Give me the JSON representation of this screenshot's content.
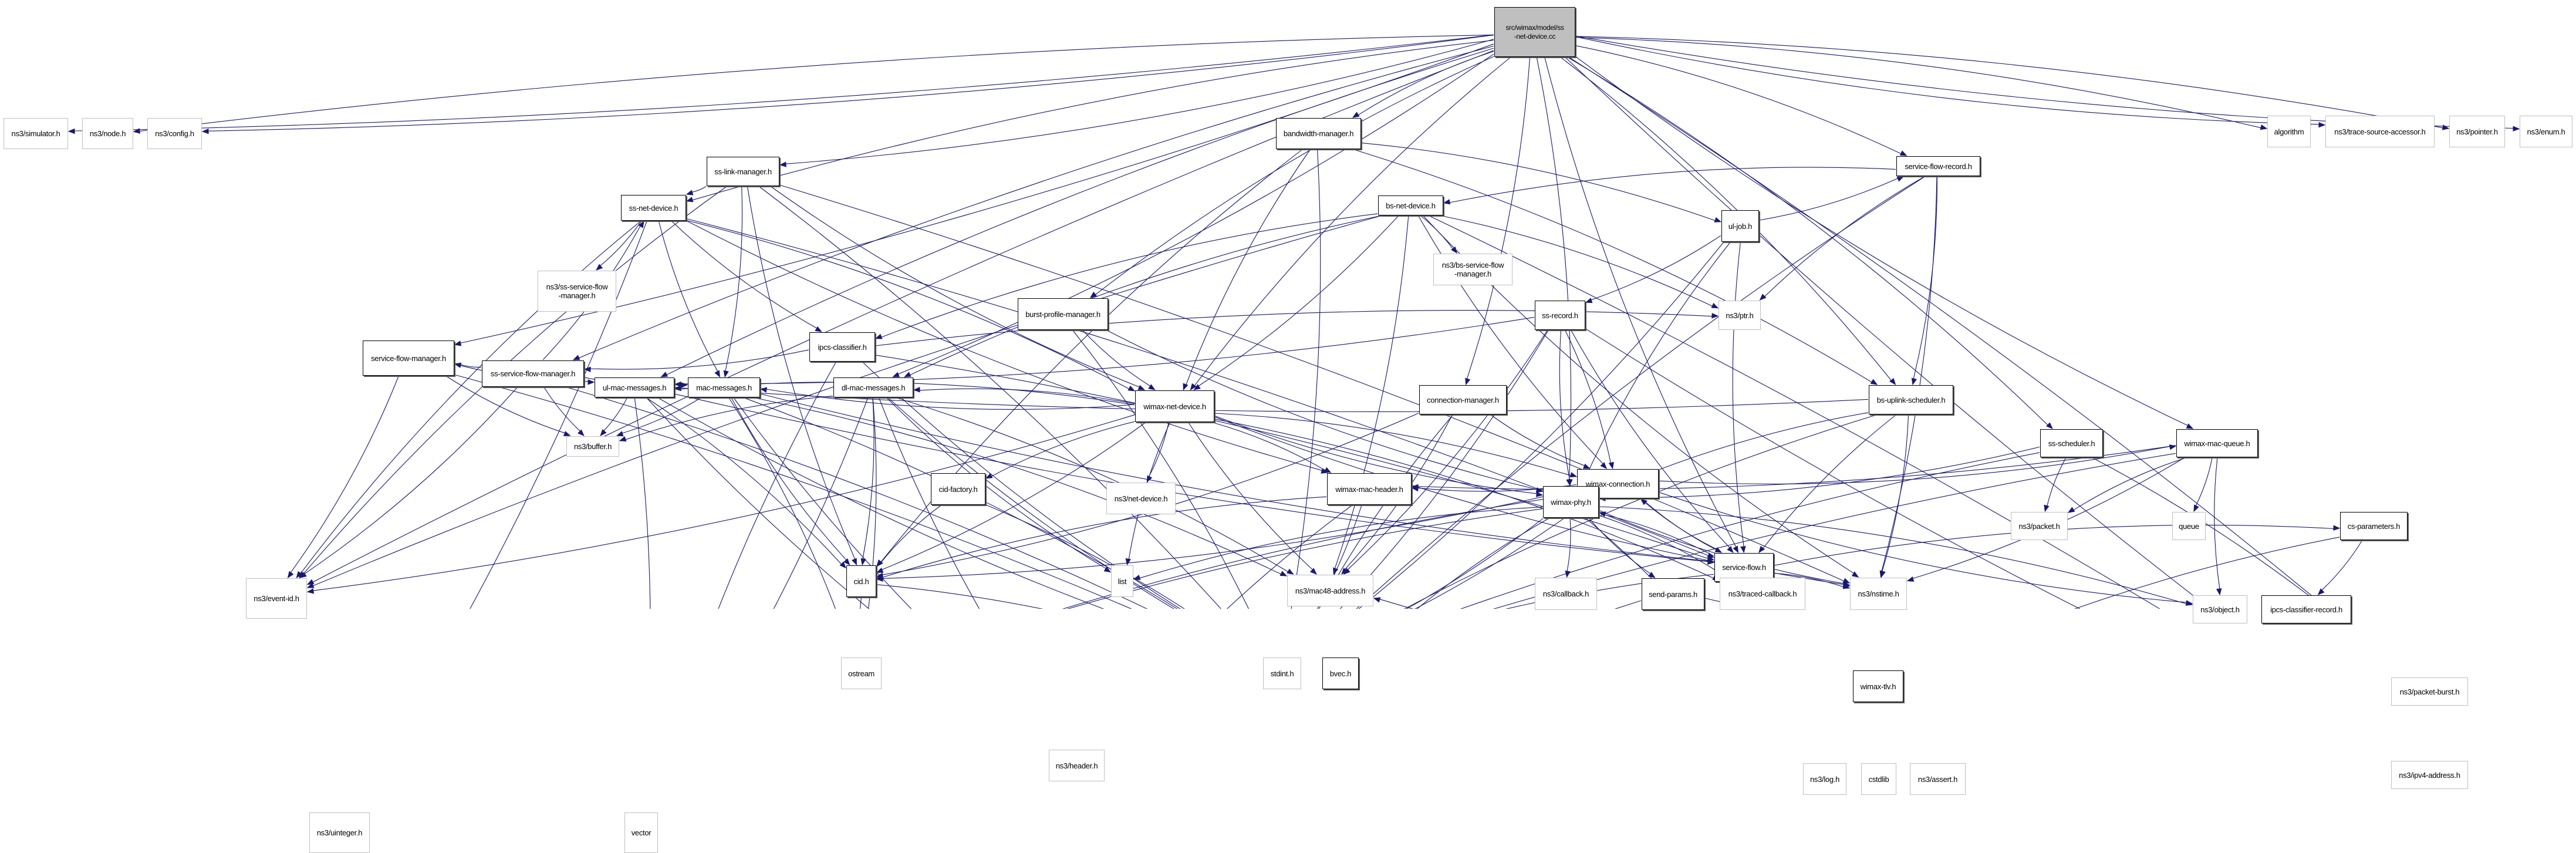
{
  "title": "src/wimax/model/ss-net-device.cc",
  "colors": {
    "edge": "#191970",
    "root_fill": "#bfbfbf",
    "internal_border": "#000000",
    "external_border": "#bfbfbf"
  },
  "nodes": [
    {
      "id": "root",
      "label": "src/wimax/model/ss\n-net-device.cc",
      "kind": "root"
    },
    {
      "id": "simulator",
      "label": "ns3/simulator.h",
      "kind": "external"
    },
    {
      "id": "node",
      "label": "ns3/node.h",
      "kind": "external"
    },
    {
      "id": "config",
      "label": "ns3/config.h",
      "kind": "external"
    },
    {
      "id": "bandwidth-manager",
      "label": "bandwidth-manager.h",
      "kind": "internal"
    },
    {
      "id": "algorithm",
      "label": "algorithm",
      "kind": "external"
    },
    {
      "id": "trace-source-accessor",
      "label": "ns3/trace-source-accessor.h",
      "kind": "external"
    },
    {
      "id": "pointer",
      "label": "ns3/pointer.h",
      "kind": "external"
    },
    {
      "id": "enum",
      "label": "ns3/enum.h",
      "kind": "external"
    },
    {
      "id": "ul-job",
      "label": "ul-job.h",
      "kind": "internal"
    },
    {
      "id": "ss-link-manager",
      "label": "ss-link-manager.h",
      "kind": "internal"
    },
    {
      "id": "service-flow-record",
      "label": "service-flow-record.h",
      "kind": "internal"
    },
    {
      "id": "ss-net-device",
      "label": "ss-net-device.h",
      "kind": "internal"
    },
    {
      "id": "ns3-ss-service-flow-manager",
      "label": "ns3/ss-service-flow\n-manager.h",
      "kind": "external"
    },
    {
      "id": "bs-net-device",
      "label": "bs-net-device.h",
      "kind": "internal"
    },
    {
      "id": "ns3-bs-service-flow-manager",
      "label": "ns3/bs-service-flow\n-manager.h",
      "kind": "external"
    },
    {
      "id": "ipcs-classifier",
      "label": "ipcs-classifier.h",
      "kind": "internal"
    },
    {
      "id": "ptr",
      "label": "ns3/ptr.h",
      "kind": "external"
    },
    {
      "id": "ss-service-flow-manager",
      "label": "ss-service-flow-manager.h",
      "kind": "internal"
    },
    {
      "id": "burst-profile-manager",
      "label": "burst-profile-manager.h",
      "kind": "internal"
    },
    {
      "id": "ss-record",
      "label": "ss-record.h",
      "kind": "internal"
    },
    {
      "id": "service-flow-manager",
      "label": "service-flow-manager.h",
      "kind": "internal"
    },
    {
      "id": "connection-manager",
      "label": "connection-manager.h",
      "kind": "internal"
    },
    {
      "id": "wimax-net-device",
      "label": "wimax-net-device.h",
      "kind": "internal"
    },
    {
      "id": "bs-uplink-scheduler",
      "label": "bs-uplink-scheduler.h",
      "kind": "internal"
    },
    {
      "id": "ul-mac-messages",
      "label": "ul-mac-messages.h",
      "kind": "internal"
    },
    {
      "id": "mac-messages",
      "label": "mac-messages.h",
      "kind": "internal"
    },
    {
      "id": "dl-mac-messages",
      "label": "dl-mac-messages.h",
      "kind": "internal"
    },
    {
      "id": "net-device",
      "label": "ns3/net-device.h",
      "kind": "external"
    },
    {
      "id": "wimax-connection",
      "label": "wimax-connection.h",
      "kind": "internal"
    },
    {
      "id": "buffer",
      "label": "ns3/buffer.h",
      "kind": "external"
    },
    {
      "id": "mac48-address",
      "label": "ns3/mac48-address.h",
      "kind": "external"
    },
    {
      "id": "service-flow",
      "label": "service-flow.h",
      "kind": "internal"
    },
    {
      "id": "ss-scheduler",
      "label": "ss-scheduler.h",
      "kind": "internal"
    },
    {
      "id": "wimax-mac-queue",
      "label": "wimax-mac-queue.h",
      "kind": "internal"
    },
    {
      "id": "cid-factory",
      "label": "cid-factory.h",
      "kind": "internal"
    },
    {
      "id": "wimax-mac-header",
      "label": "wimax-mac-header.h",
      "kind": "internal"
    },
    {
      "id": "wimax-phy",
      "label": "wimax-phy.h",
      "kind": "internal"
    },
    {
      "id": "packet",
      "label": "ns3/packet.h",
      "kind": "external"
    },
    {
      "id": "queue",
      "label": "queue",
      "kind": "external"
    },
    {
      "id": "cs-parameters",
      "label": "cs-parameters.h",
      "kind": "internal"
    },
    {
      "id": "event-id",
      "label": "ns3/event-id.h",
      "kind": "external"
    },
    {
      "id": "cid",
      "label": "cid.h",
      "kind": "internal"
    },
    {
      "id": "list",
      "label": "list",
      "kind": "external"
    },
    {
      "id": "callback",
      "label": "ns3/callback.h",
      "kind": "external"
    },
    {
      "id": "send-params",
      "label": "send-params.h",
      "kind": "internal"
    },
    {
      "id": "traced-callback",
      "label": "ns3/traced-callback.h",
      "kind": "external"
    },
    {
      "id": "nstime",
      "label": "ns3/nstime.h",
      "kind": "external"
    },
    {
      "id": "object",
      "label": "ns3/object.h",
      "kind": "external"
    },
    {
      "id": "ipcs-classifier-record",
      "label": "ipcs-classifier-record.h",
      "kind": "internal"
    },
    {
      "id": "ostream",
      "label": "ostream",
      "kind": "external"
    },
    {
      "id": "stdint",
      "label": "stdint.h",
      "kind": "external"
    },
    {
      "id": "bvec",
      "label": "bvec.h",
      "kind": "internal"
    },
    {
      "id": "packet-burst",
      "label": "ns3/packet-burst.h",
      "kind": "external"
    },
    {
      "id": "wimax-tlv",
      "label": "wimax-tlv.h",
      "kind": "internal"
    },
    {
      "id": "uinteger",
      "label": "ns3/uinteger.h",
      "kind": "external"
    },
    {
      "id": "vector",
      "label": "vector",
      "kind": "external"
    },
    {
      "id": "header",
      "label": "ns3/header.h",
      "kind": "external"
    },
    {
      "id": "log",
      "label": "ns3/log.h",
      "kind": "external"
    },
    {
      "id": "cstdlib",
      "label": "cstdlib",
      "kind": "external"
    },
    {
      "id": "assert",
      "label": "ns3/assert.h",
      "kind": "external"
    },
    {
      "id": "ipv4-address",
      "label": "ns3/ipv4-address.h",
      "kind": "external"
    }
  ],
  "edges": [
    [
      "root",
      "simulator"
    ],
    [
      "root",
      "node"
    ],
    [
      "root",
      "config"
    ],
    [
      "root",
      "bandwidth-manager"
    ],
    [
      "root",
      "algorithm"
    ],
    [
      "root",
      "trace-source-accessor"
    ],
    [
      "root",
      "pointer"
    ],
    [
      "root",
      "enum"
    ],
    [
      "root",
      "ss-link-manager"
    ],
    [
      "root",
      "ss-net-device"
    ],
    [
      "root",
      "service-flow-record"
    ],
    [
      "root",
      "burst-profile-manager"
    ],
    [
      "root",
      "connection-manager"
    ],
    [
      "root",
      "wimax-net-device"
    ],
    [
      "root",
      "service-flow-manager"
    ],
    [
      "root",
      "ss-service-flow-manager"
    ],
    [
      "root",
      "dl-mac-messages"
    ],
    [
      "root",
      "ul-mac-messages"
    ],
    [
      "root",
      "ss-scheduler"
    ],
    [
      "root",
      "wimax-mac-queue"
    ],
    [
      "root",
      "bs-uplink-scheduler"
    ],
    [
      "root",
      "service-flow"
    ],
    [
      "root",
      "wimax-phy"
    ],
    [
      "root",
      "event-id"
    ],
    [
      "root",
      "packet-burst"
    ],
    [
      "root",
      "ipv4-address"
    ],
    [
      "bandwidth-manager",
      "ul-job"
    ],
    [
      "bandwidth-manager",
      "wimax-net-device"
    ],
    [
      "bandwidth-manager",
      "stdint"
    ],
    [
      "bandwidth-manager",
      "cid"
    ],
    [
      "bandwidth-manager",
      "bs-uplink-scheduler"
    ],
    [
      "ul-job",
      "service-flow-record"
    ],
    [
      "ul-job",
      "ss-record"
    ],
    [
      "ul-job",
      "service-flow"
    ],
    [
      "ul-job",
      "stdint"
    ],
    [
      "ul-job",
      "wimax-phy"
    ],
    [
      "ss-link-manager",
      "ss-net-device"
    ],
    [
      "ss-link-manager",
      "wimax-net-device"
    ],
    [
      "ss-link-manager",
      "mac-messages"
    ],
    [
      "ss-link-manager",
      "event-id"
    ],
    [
      "ss-link-manager",
      "stdint"
    ],
    [
      "ss-link-manager",
      "cid"
    ],
    [
      "ss-link-manager",
      "nstime"
    ],
    [
      "service-flow-record",
      "bs-net-device"
    ],
    [
      "service-flow-record",
      "bs-uplink-scheduler"
    ],
    [
      "service-flow-record",
      "ptr"
    ],
    [
      "service-flow-record",
      "nstime"
    ],
    [
      "service-flow-record",
      "stdint"
    ],
    [
      "ss-net-device",
      "ns3-ss-service-flow-manager"
    ],
    [
      "ss-net-device",
      "ipcs-classifier"
    ],
    [
      "ss-net-device",
      "wimax-net-device"
    ],
    [
      "ss-net-device",
      "event-id"
    ],
    [
      "ss-net-device",
      "service-flow"
    ],
    [
      "ss-net-device",
      "mac-messages"
    ],
    [
      "ss-net-device",
      "uinteger"
    ],
    [
      "ss-net-device",
      "wimax-mac-header"
    ],
    [
      "bs-net-device",
      "ns3-bs-service-flow-manager"
    ],
    [
      "bs-net-device",
      "ipcs-classifier"
    ],
    [
      "bs-net-device",
      "wimax-net-device"
    ],
    [
      "bs-net-device",
      "dl-mac-messages"
    ],
    [
      "bs-net-device",
      "ptr"
    ],
    [
      "bs-net-device",
      "wimax-connection"
    ],
    [
      "bs-net-device",
      "mac48-address"
    ],
    [
      "bs-net-device",
      "nstime"
    ],
    [
      "bs-net-device",
      "ipv4-address"
    ],
    [
      "bs-net-device",
      "event-id"
    ],
    [
      "ipcs-classifier",
      "ss-service-flow-manager"
    ],
    [
      "ipcs-classifier",
      "stdint"
    ],
    [
      "ipcs-classifier",
      "ptr"
    ],
    [
      "ipcs-classifier",
      "vector"
    ],
    [
      "ipcs-classifier",
      "service-flow"
    ],
    [
      "ss-service-flow-manager",
      "ss-net-device"
    ],
    [
      "ss-service-flow-manager",
      "service-flow-manager"
    ],
    [
      "ss-service-flow-manager",
      "buffer"
    ],
    [
      "ss-service-flow-manager",
      "stdint"
    ],
    [
      "ss-service-flow-manager",
      "mac-messages"
    ],
    [
      "ss-service-flow-manager",
      "event-id"
    ],
    [
      "burst-profile-manager",
      "wimax-net-device"
    ],
    [
      "burst-profile-manager",
      "stdint"
    ],
    [
      "burst-profile-manager",
      "wimax-phy"
    ],
    [
      "ss-record",
      "wimax-connection"
    ],
    [
      "ss-record",
      "service-flow"
    ],
    [
      "ss-record",
      "mac48-address"
    ],
    [
      "ss-record",
      "ipv4-address"
    ],
    [
      "ss-record",
      "stdint"
    ],
    [
      "ss-record",
      "wimax-phy"
    ],
    [
      "ss-record",
      "ul-mac-messages"
    ],
    [
      "service-flow-manager",
      "ul-mac-messages"
    ],
    [
      "service-flow-manager",
      "event-id"
    ],
    [
      "service-flow-manager",
      "buffer"
    ],
    [
      "service-flow-manager",
      "stdint"
    ],
    [
      "connection-manager",
      "wimax-connection"
    ],
    [
      "connection-manager",
      "mac48-address"
    ],
    [
      "connection-manager",
      "stdint"
    ],
    [
      "connection-manager",
      "cid"
    ],
    [
      "wimax-net-device",
      "ul-mac-messages"
    ],
    [
      "wimax-net-device",
      "mac-messages"
    ],
    [
      "wimax-net-device",
      "dl-mac-messages"
    ],
    [
      "wimax-net-device",
      "net-device"
    ],
    [
      "wimax-net-device",
      "mac48-address"
    ],
    [
      "wimax-net-device",
      "wimax-connection"
    ],
    [
      "wimax-net-device",
      "cid-factory"
    ],
    [
      "wimax-net-device",
      "wimax-mac-header"
    ],
    [
      "wimax-net-device",
      "wimax-phy"
    ],
    [
      "wimax-net-device",
      "event-id"
    ],
    [
      "wimax-net-device",
      "list"
    ],
    [
      "wimax-net-device",
      "traced-callback"
    ],
    [
      "wimax-net-device",
      "nstime"
    ],
    [
      "wimax-net-device",
      "cid"
    ],
    [
      "bs-uplink-scheduler",
      "service-flow"
    ],
    [
      "bs-uplink-scheduler",
      "ul-mac-messages"
    ],
    [
      "bs-uplink-scheduler",
      "wimax-phy"
    ],
    [
      "bs-uplink-scheduler",
      "nstime"
    ],
    [
      "bs-uplink-scheduler",
      "stdint"
    ],
    [
      "ul-mac-messages",
      "buffer"
    ],
    [
      "ul-mac-messages",
      "stdint"
    ],
    [
      "ul-mac-messages",
      "cid"
    ],
    [
      "ul-mac-messages",
      "header"
    ],
    [
      "ul-mac-messages",
      "vector"
    ],
    [
      "ul-mac-messages",
      "service-flow"
    ],
    [
      "mac-messages",
      "buffer"
    ],
    [
      "mac-messages",
      "cid"
    ],
    [
      "mac-messages",
      "stdint"
    ],
    [
      "mac-messages",
      "header"
    ],
    [
      "mac-messages",
      "mac48-address"
    ],
    [
      "mac-messages",
      "service-flow"
    ],
    [
      "mac-messages",
      "ostream"
    ],
    [
      "dl-mac-messages",
      "buffer"
    ],
    [
      "dl-mac-messages",
      "cid"
    ],
    [
      "dl-mac-messages",
      "stdint"
    ],
    [
      "dl-mac-messages",
      "mac48-address"
    ],
    [
      "dl-mac-messages",
      "list"
    ],
    [
      "dl-mac-messages",
      "vector"
    ],
    [
      "dl-mac-messages",
      "header"
    ],
    [
      "dl-mac-messages",
      "ostream"
    ],
    [
      "wimax-connection",
      "service-flow"
    ],
    [
      "wimax-connection",
      "wimax-mac-header"
    ],
    [
      "wimax-connection",
      "wimax-mac-queue"
    ],
    [
      "wimax-connection",
      "cid"
    ],
    [
      "wimax-connection",
      "object"
    ],
    [
      "wimax-connection",
      "stdint"
    ],
    [
      "wimax-connection",
      "ostream"
    ],
    [
      "service-flow",
      "wimax-connection"
    ],
    [
      "service-flow",
      "wimax-phy"
    ],
    [
      "service-flow",
      "cs-parameters"
    ],
    [
      "service-flow",
      "stdint"
    ],
    [
      "service-flow",
      "nstime"
    ],
    [
      "ss-scheduler",
      "packet"
    ],
    [
      "ss-scheduler",
      "wimax-phy"
    ],
    [
      "ss-scheduler",
      "stdint"
    ],
    [
      "ss-scheduler",
      "packet-burst"
    ],
    [
      "wimax-mac-queue",
      "packet"
    ],
    [
      "wimax-mac-queue",
      "queue"
    ],
    [
      "wimax-mac-queue",
      "object"
    ],
    [
      "wimax-mac-queue",
      "wimax-mac-header"
    ],
    [
      "wimax-mac-queue",
      "stdint"
    ],
    [
      "wimax-mac-queue",
      "nstime"
    ],
    [
      "cid-factory",
      "cid"
    ],
    [
      "cid-factory",
      "stdint"
    ],
    [
      "wimax-mac-header",
      "header"
    ],
    [
      "wimax-mac-header",
      "stdint"
    ],
    [
      "wimax-mac-header",
      "cid"
    ],
    [
      "wimax-phy",
      "callback"
    ],
    [
      "wimax-phy",
      "send-params"
    ],
    [
      "wimax-phy",
      "traced-callback"
    ],
    [
      "wimax-phy",
      "nstime"
    ],
    [
      "wimax-phy",
      "log"
    ],
    [
      "wimax-phy",
      "bvec"
    ],
    [
      "wimax-phy",
      "stdint"
    ],
    [
      "wimax-phy",
      "list"
    ],
    [
      "wimax-phy",
      "object"
    ],
    [
      "wimax-phy",
      "ostream"
    ],
    [
      "send-params",
      "stdint"
    ],
    [
      "send-params",
      "packet-burst"
    ],
    [
      "cs-parameters",
      "ipcs-classifier-record"
    ],
    [
      "cs-parameters",
      "wimax-tlv"
    ],
    [
      "ipcs-classifier-record",
      "ipv4-address"
    ],
    [
      "ipcs-classifier-record",
      "stdint"
    ],
    [
      "ipcs-classifier-record",
      "wimax-tlv"
    ],
    [
      "cid",
      "ostream"
    ],
    [
      "cid",
      "stdint"
    ],
    [
      "wimax-tlv",
      "log"
    ],
    [
      "wimax-tlv",
      "cstdlib"
    ],
    [
      "wimax-tlv",
      "assert"
    ],
    [
      "wimax-tlv",
      "ipv4-address"
    ],
    [
      "wimax-tlv",
      "vector"
    ],
    [
      "wimax-tlv",
      "header"
    ],
    [
      "wimax-tlv",
      "uinteger"
    ],
    [
      "wimax-tlv",
      "mac48-address"
    ],
    [
      "bvec",
      "vector"
    ]
  ]
}
